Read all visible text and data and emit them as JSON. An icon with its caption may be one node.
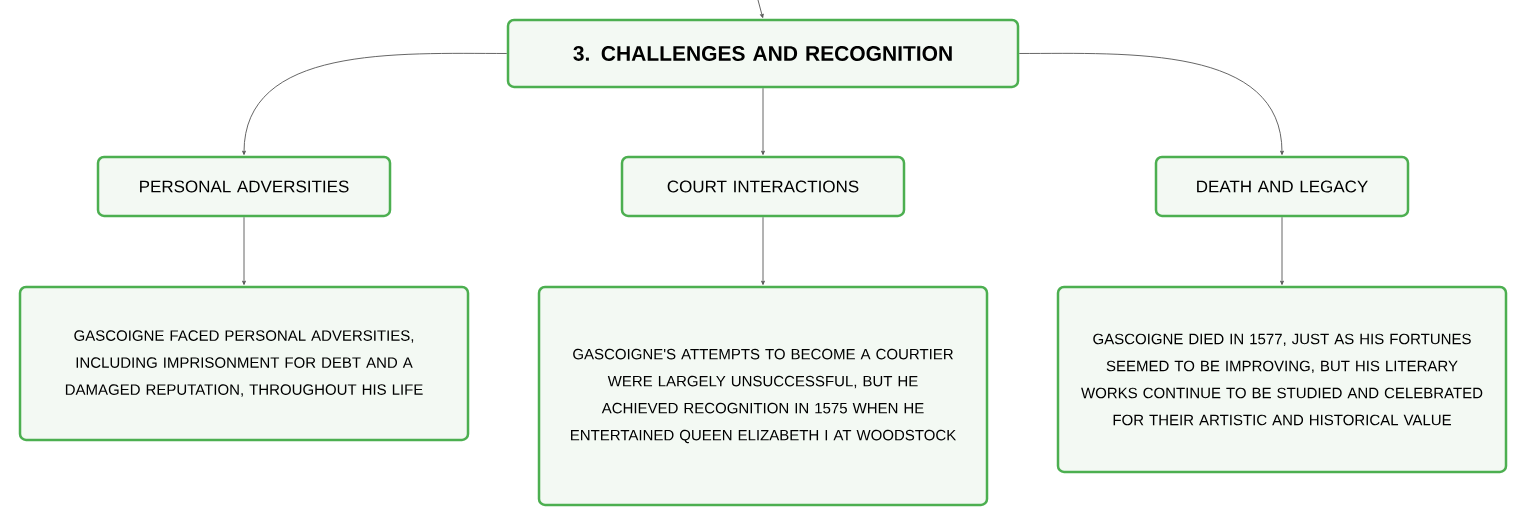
{
  "diagram": {
    "nodes": [
      {
        "text": [
          "3. CHALLENGES AND RECOGNITION"
        ]
      },
      {
        "text": [
          "PERSONAL ADVERSITIES"
        ]
      },
      {
        "text": [
          "COURT INTERACTIONS"
        ]
      },
      {
        "text": [
          "DEATH AND LEGACY"
        ]
      },
      {
        "text": [
          "GASCOIGNE FACED PERSONAL ADVERSITIES, INCLUDING IMPRISONMENT FOR DEBT AND A DAMAGED REPUTATION, THROUGHOUT HIS LIFE"
        ]
      },
      {
        "text": [
          "GASCOIGNE'S ATTEMPTS TO BECOME A COURTIER WERE LARGELY UNSUCCESSFUL, BUT HE ACHIEVED RECOGNITION IN 1575 WHEN HE ENTERTAINED QUEEN ELIZABETH I AT WOODSTOCK"
        ]
      },
      {
        "text": [
          "GASCOIGNE DIED IN 1577, JUST AS HIS FORTUNES SEEMED TO BE IMPROVING, BUT HIS LITERARY WORKS CONTINUE TO BE STUDIED AND CELEBRATED FOR THEIR ARTISTIC AND HISTORICAL VALUE"
        ]
      }
    ],
    "edges": [
      {
        "from": null,
        "to": 0,
        "arrow": "to"
      },
      {
        "from": 0,
        "to": 1,
        "arrow": "to"
      },
      {
        "from": 0,
        "to": 2,
        "arrow": "to"
      },
      {
        "from": 0,
        "to": 3,
        "arrow": "to"
      },
      {
        "from": 1,
        "to": 4,
        "arrow": "to"
      },
      {
        "from": 2,
        "to": 5,
        "arrow": "to"
      },
      {
        "from": 3,
        "to": 6,
        "arrow": "to"
      }
    ]
  }
}
